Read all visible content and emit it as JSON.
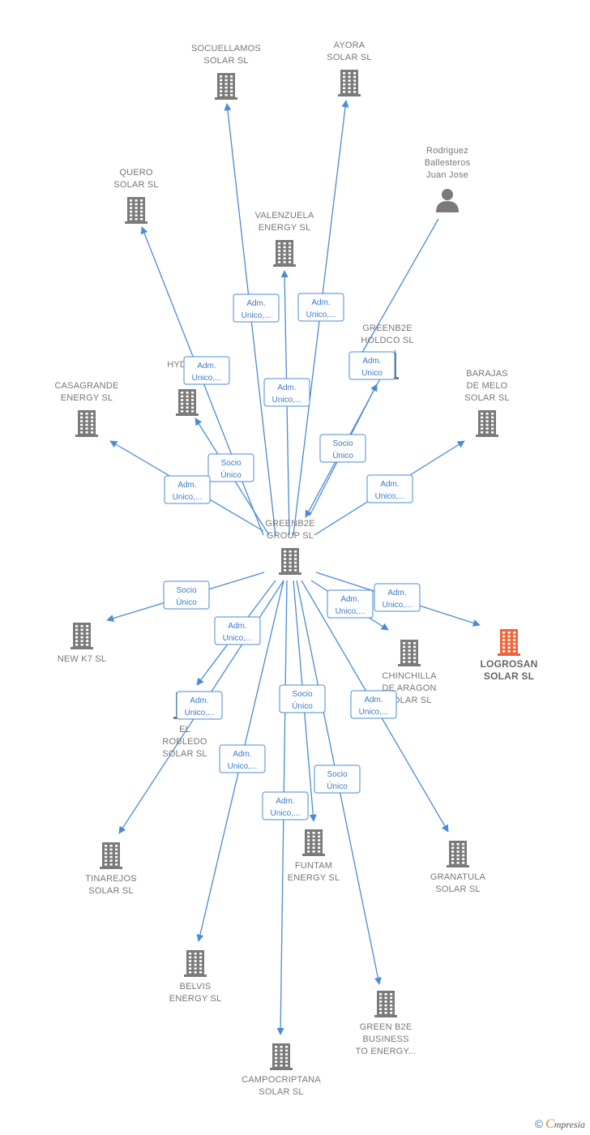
{
  "colors": {
    "edge": "#4a8bd6",
    "node": "#7a7a7a",
    "highlight": "#f0643c"
  },
  "nodes": [
    {
      "id": "socuellamos",
      "type": "company",
      "lines": [
        "SOCUELLAMOS",
        "SOLAR  SL"
      ]
    },
    {
      "id": "ayora",
      "type": "company",
      "lines": [
        "AYORA",
        "SOLAR  SL"
      ]
    },
    {
      "id": "rodriguez",
      "type": "person",
      "lines": [
        "Rodriguez",
        "Ballesteros",
        "Juan Jose"
      ]
    },
    {
      "id": "quero",
      "type": "company",
      "lines": [
        "QUERO",
        "SOLAR  SL"
      ]
    },
    {
      "id": "valenzuela",
      "type": "company",
      "lines": [
        "VALENZUELA",
        "ENERGY  SL"
      ]
    },
    {
      "id": "greenb2e_holdco",
      "type": "company",
      "lines": [
        "GREENB2E",
        "HOLDCO  SL"
      ]
    },
    {
      "id": "hydrog",
      "type": "company",
      "lines": [
        "HYDROG"
      ]
    },
    {
      "id": "casagrande",
      "type": "company",
      "lines": [
        "CASAGRANDE",
        "ENERGY  SL"
      ]
    },
    {
      "id": "barajas",
      "type": "company",
      "lines": [
        "BARAJAS",
        "DE MELO",
        "SOLAR  SL"
      ]
    },
    {
      "id": "greenb2e_group",
      "type": "company",
      "lines": [
        "GREENB2E",
        "GROUP  SL"
      ]
    },
    {
      "id": "newk7",
      "type": "company",
      "lines": [
        "NEW K7  SL"
      ]
    },
    {
      "id": "logrosan",
      "type": "company",
      "highlight": true,
      "lines": [
        "LOGROSAN",
        "SOLAR  SL"
      ]
    },
    {
      "id": "chinchilla",
      "type": "company",
      "lines": [
        "CHINCHILLA",
        "DE ARAGON",
        "SOLAR  SL"
      ]
    },
    {
      "id": "el_robledo",
      "type": "company",
      "lines": [
        "EL",
        "ROBLEDO",
        "SOLAR  SL"
      ]
    },
    {
      "id": "tinarejos",
      "type": "company",
      "lines": [
        "TINAREJOS",
        "SOLAR  SL"
      ]
    },
    {
      "id": "funtam",
      "type": "company",
      "lines": [
        "FUNTAM",
        "ENERGY  SL"
      ]
    },
    {
      "id": "granatula",
      "type": "company",
      "lines": [
        "GRANATULA",
        "SOLAR  SL"
      ]
    },
    {
      "id": "belvis",
      "type": "company",
      "lines": [
        "BELVIS",
        "ENERGY  SL"
      ]
    },
    {
      "id": "green_b2e_business",
      "type": "company",
      "lines": [
        "GREEN B2E",
        "BUSINESS",
        "TO ENERGY..."
      ]
    },
    {
      "id": "campocriptana",
      "type": "company",
      "lines": [
        "CAMPOCRIPTANA",
        "SOLAR  SL"
      ]
    }
  ],
  "edges": [
    {
      "from": "greenb2e_group",
      "to": "socuellamos",
      "label": [
        "Adm.",
        "Unico,..."
      ]
    },
    {
      "from": "greenb2e_group",
      "to": "ayora",
      "label": [
        "Adm.",
        "Unico,..."
      ]
    },
    {
      "from": "greenb2e_group",
      "to": "quero",
      "label": [
        "Adm.",
        "Unico,..."
      ]
    },
    {
      "from": "greenb2e_group",
      "to": "valenzuela",
      "label": [
        "Adm.",
        "Unico,..."
      ]
    },
    {
      "from": "greenb2e_group",
      "to": "greenb2e_holdco",
      "label": [
        "Adm.",
        "Unico"
      ]
    },
    {
      "from": "greenb2e_holdco",
      "to": "greenb2e_group",
      "label": [
        "Socio",
        "Único"
      ]
    },
    {
      "from": "rodriguez",
      "to": "greenb2e_group",
      "label": []
    },
    {
      "from": "greenb2e_group",
      "to": "hydrog",
      "label": [
        "Socio",
        "Único"
      ]
    },
    {
      "from": "greenb2e_group",
      "to": "casagrande",
      "label": [
        "Adm.",
        "Unico,..."
      ]
    },
    {
      "from": "greenb2e_group",
      "to": "barajas",
      "label": [
        "Adm.",
        "Unico,..."
      ]
    },
    {
      "from": "greenb2e_group",
      "to": "newk7",
      "label": [
        "Socio",
        "Único"
      ]
    },
    {
      "from": "greenb2e_group",
      "to": "logrosan",
      "label": [
        "Adm.",
        "Unico,..."
      ]
    },
    {
      "from": "greenb2e_group",
      "to": "chinchilla",
      "label": [
        "Adm.",
        "Unico,..."
      ]
    },
    {
      "from": "greenb2e_group",
      "to": "el_robledo",
      "label": [
        "Adm.",
        "Unico,..."
      ]
    },
    {
      "from": "greenb2e_group",
      "to": "tinarejos",
      "label": [
        "Adm.",
        "Unico,..."
      ]
    },
    {
      "from": "greenb2e_group",
      "to": "funtam",
      "label": [
        "Socio",
        "Único"
      ]
    },
    {
      "from": "greenb2e_group",
      "to": "granatula",
      "label": [
        "Adm.",
        "Unico,..."
      ]
    },
    {
      "from": "greenb2e_group",
      "to": "belvis",
      "label": [
        "Adm.",
        "Unico,..."
      ]
    },
    {
      "from": "greenb2e_group",
      "to": "green_b2e_business",
      "label": [
        "Socio",
        "Único"
      ]
    },
    {
      "from": "greenb2e_group",
      "to": "campocriptana",
      "label": [
        "Adm.",
        "Unico,..."
      ]
    }
  ],
  "footer": {
    "copyright": "©",
    "brand_initial": "C",
    "brand_rest": "mpresia"
  }
}
